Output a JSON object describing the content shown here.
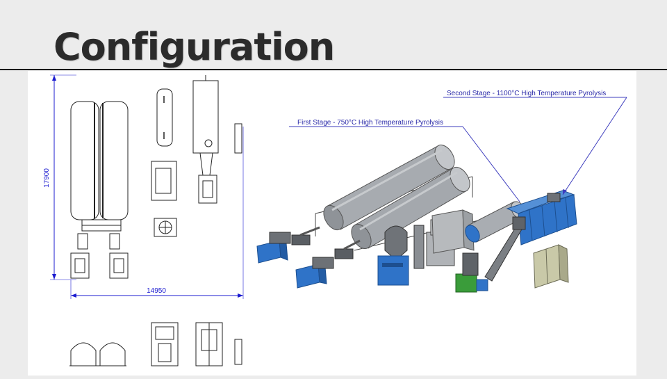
{
  "slide": {
    "title": "Configuration"
  },
  "drawing": {
    "dim_height": "17900",
    "dim_width": "14950"
  },
  "callouts": {
    "first_stage": "First Stage - 750°C High Temperature Pyrolysis",
    "second_stage": "Second Stage - 1100°C High Temperature Pyrolysis"
  },
  "colors": {
    "equipment_blue": "#2f73c8",
    "tank_grey": "#a9adb2",
    "leader_line": "#3d3dbe",
    "title_text": "#2b2b2b",
    "green_unit": "#3a9c3a",
    "cabinet": "#c9c9a8"
  }
}
